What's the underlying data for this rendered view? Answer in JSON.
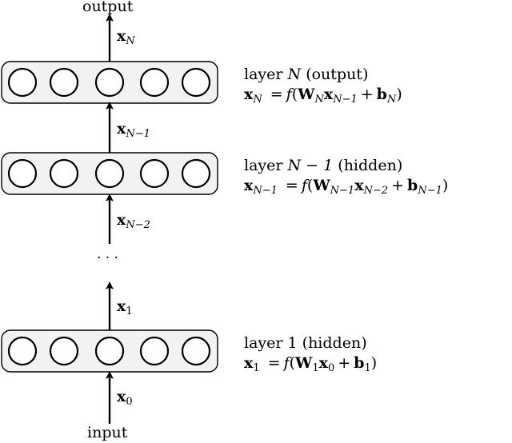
{
  "io": {
    "top": "output",
    "bottom": "input"
  },
  "ellipsis": "· · ·",
  "arrows": [
    {
      "sym": "x",
      "sub": "N"
    },
    {
      "sym": "x",
      "sub": "N−1"
    },
    {
      "sym": "x",
      "sub": "N−2"
    },
    {
      "sym": "x",
      "sub": "1"
    },
    {
      "sym": "x",
      "sub": "0"
    }
  ],
  "layers": [
    {
      "title_prefix": "layer",
      "title_var": "N",
      "title_suffix": "(output)",
      "eq": {
        "lhs_sub": "N",
        "f": "f",
        "W_sub": "N",
        "x_sub": "N−1",
        "b_sub": "N"
      }
    },
    {
      "title_prefix": "layer",
      "title_var": "N − 1",
      "title_suffix": "(hidden)",
      "eq": {
        "lhs_sub": "N−1",
        "f": "f",
        "W_sub": "N−1",
        "x_sub": "N−2",
        "b_sub": "N−1"
      }
    },
    {
      "title_prefix": "layer",
      "title_var": "1",
      "title_suffix": "(hidden)",
      "eq": {
        "lhs_sub": "1",
        "f": "f",
        "W_sub": "1",
        "x_sub": "0",
        "b_sub": "1"
      }
    }
  ],
  "symbols": {
    "x": "x",
    "W": "W",
    "b": "b",
    "eq": "=",
    "plus": "+",
    "lp": "(",
    "rp": ")"
  },
  "nodes_per_layer": 5
}
